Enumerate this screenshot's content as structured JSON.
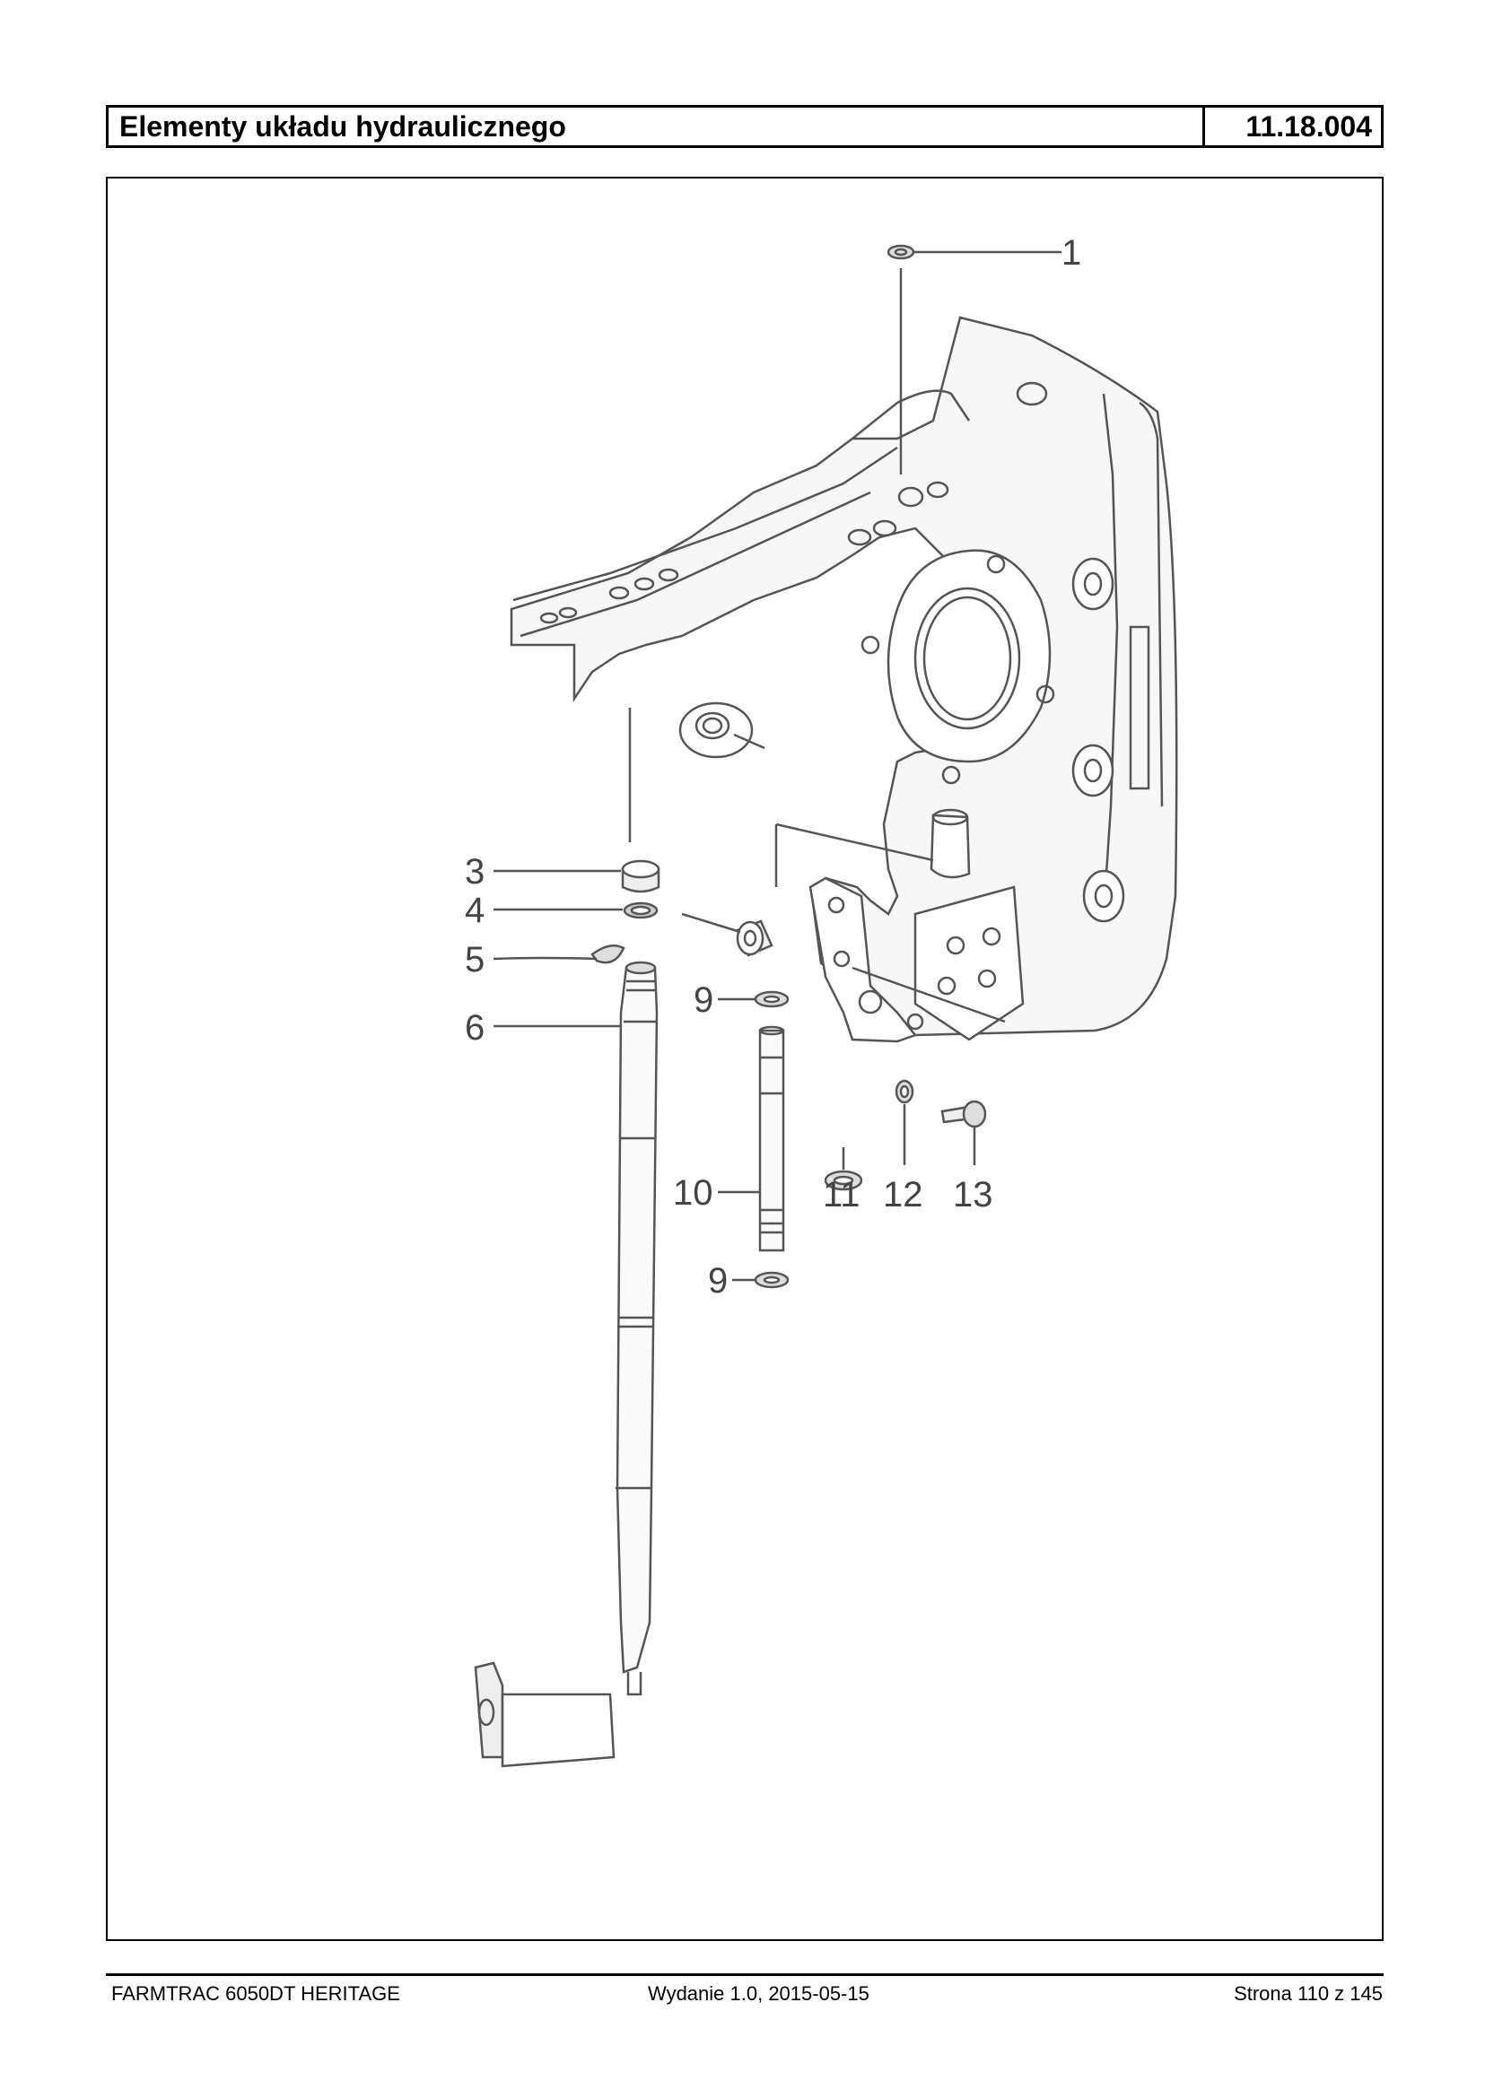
{
  "header": {
    "title": "Elementy układu hydraulicznego",
    "code": "11.18.004"
  },
  "diagram": {
    "callouts": [
      "1",
      "3",
      "4",
      "5",
      "6",
      "9",
      "9",
      "10",
      "11",
      "12",
      "13"
    ],
    "line_color": "#555555"
  },
  "footer": {
    "model": "FARMTRAC 6050DT HERITAGE",
    "edition": "Wydanie 1.0,  2015-05-15",
    "page": "Strona 110 z 145"
  }
}
